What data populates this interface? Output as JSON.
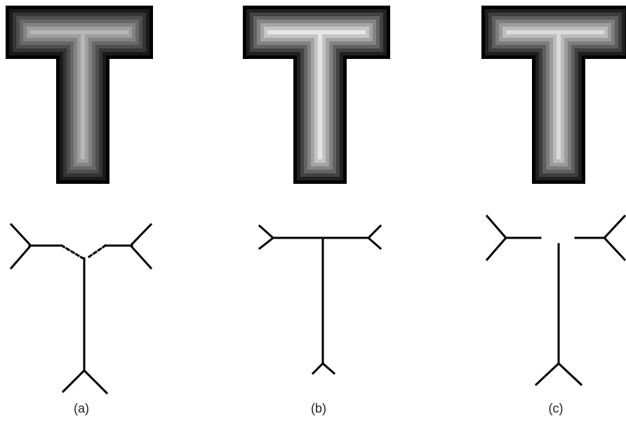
{
  "panels": [
    {
      "id": "a",
      "caption": "(a)"
    },
    {
      "id": "b",
      "caption": "(b)"
    },
    {
      "id": "c",
      "caption": "(c)"
    }
  ],
  "colors": {
    "background": "#ffffff",
    "skeleton": "#000000",
    "gradient_dark": "#000000",
    "gradient_light": "#e6e6e6"
  }
}
